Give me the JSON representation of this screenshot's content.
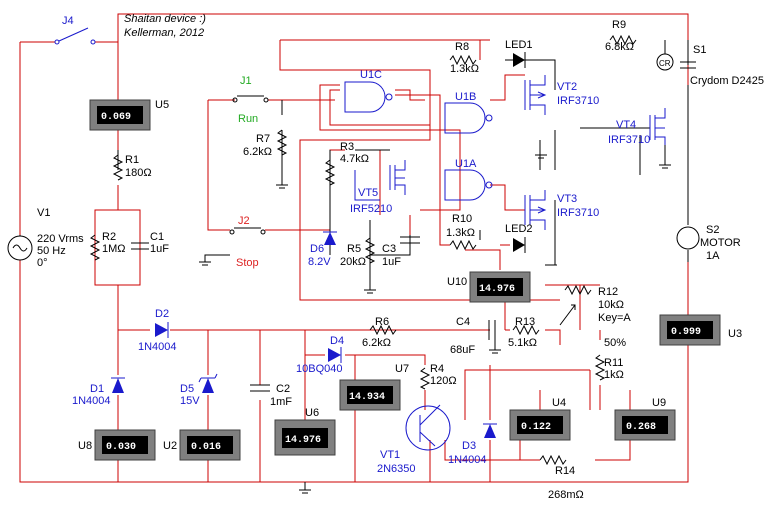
{
  "title": {
    "line1": "Shaitan device :)",
    "line2": "Kellerman, 2012"
  },
  "labels": {
    "J4": "J4",
    "J1": "J1",
    "J1b": "Run",
    "J2": "J2",
    "J2b": "Stop",
    "V1a": "V1",
    "V1b": "220 Vrms",
    "V1c": "50 Hz",
    "V1d": "0°",
    "U5": "U5",
    "R1a": "R1",
    "R1b": "180Ω",
    "R2a": "R2",
    "R2b": "1MΩ",
    "C1a": "C1",
    "C1b": "1uF",
    "D2a": "D2",
    "D2b": "1N4004",
    "D1a": "D1",
    "D1b": "1N4004",
    "D5a": "D5",
    "D5b": "15V",
    "C2a": "C2",
    "C2b": "1mF",
    "D4a": "D4",
    "D4b": "10BQ040",
    "R6a": "R6",
    "R6b": "6.2kΩ",
    "U8": "U8",
    "U2": "U2",
    "U6": "U6",
    "R7a": "R7",
    "R7b": "6.2kΩ",
    "R3a": "R3",
    "R3b": "4.7kΩ",
    "VT5a": "VT5",
    "VT5b": "IRF5210",
    "D6a": "D6",
    "D6b": "8.2V",
    "R5a": "R5",
    "R5b": "20kΩ",
    "C3a": "C3",
    "C3b": "1uF",
    "U1C": "U1C",
    "U1B": "U1B",
    "U1A": "U1A",
    "R8a": "R8",
    "R8b": "1.3kΩ",
    "LED1": "LED1",
    "R9a": "R9",
    "R9b": "6.8kΩ",
    "S1a": "S1",
    "S1b": "Crydom D2425",
    "CR": "CR",
    "VT2a": "VT2",
    "VT2b": "IRF3710",
    "VT4a": "VT4",
    "VT4b": "IRF3710",
    "VT3a": "VT3",
    "VT3b": "IRF3710",
    "R10a": "R10",
    "R10b": "1.3kΩ",
    "LED2": "LED2",
    "U10": "U10",
    "C4a": "C4",
    "C4b": "68uF",
    "R13a": "R13",
    "R13b": "5.1kΩ",
    "R4a": "R4",
    "R4b": "120Ω",
    "U7": "U7",
    "VT1a": "VT1",
    "VT1b": "2N6350",
    "D3a": "D3",
    "D3b": "1N4004",
    "U4": "U4",
    "R12a": "R12",
    "R12b": "10kΩ",
    "R12c": "Key=A",
    "R12d": "50%",
    "R11a": "R11",
    "R11b": "1kΩ",
    "U9": "U9",
    "U3": "U3",
    "S2a": "S2",
    "S2b": "MOTOR",
    "S2c": "1A",
    "R14a": "R14",
    "R14b": "268mΩ"
  },
  "meters": {
    "U5": "0.069",
    "U8": "0.030",
    "U2": "0.016",
    "U6": "14.976",
    "U7": "14.934",
    "U10": "14.976",
    "U4": "0.122",
    "U9": "0.268",
    "U3": "0.999"
  }
}
